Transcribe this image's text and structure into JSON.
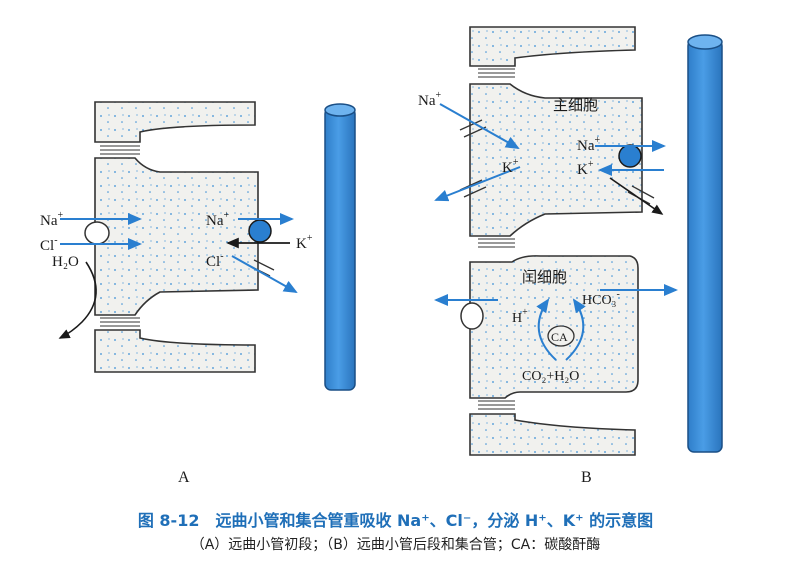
{
  "colors": {
    "blue": "#2a7fd0",
    "tube": "#3a8fdc",
    "cell": "#f1f1ee"
  },
  "panel_a": {
    "letter": "A",
    "na": "Na",
    "cl": "Cl",
    "h2o": "H₂O",
    "na2": "Na",
    "k": "K",
    "cl2": "Cl",
    "plus": "+",
    "minus": "-"
  },
  "panel_b": {
    "letter": "B",
    "principal_cell": "主细胞",
    "intercalated_cell": "闰细胞",
    "na_lumen": "Na",
    "k_inner": "K",
    "na_pump": "Na",
    "k_pump": "K",
    "h": "H",
    "hco3": "HCO₃",
    "ca": "CA",
    "co2_h2o": "CO₂+H₂O",
    "plus": "+",
    "minus": "-",
    "plus_k": "+"
  },
  "caption": {
    "title": "图 8-12　远曲小管和集合管重吸收 Na⁺、Cl⁻，分泌 H⁺、K⁺ 的示意图",
    "subtitle": "（A）远曲小管初段；（B）远曲小管后段和集合管；CA：碳酸酐酶"
  }
}
